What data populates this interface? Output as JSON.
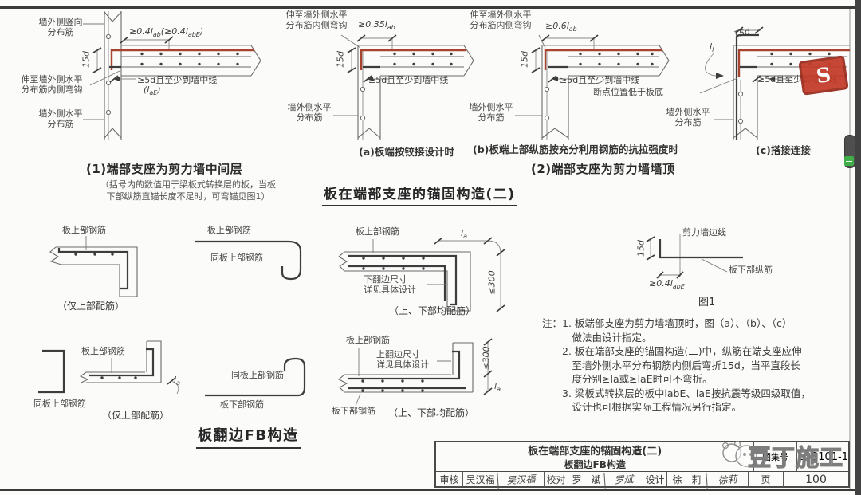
{
  "colors": {
    "rebar_red": "#a7432f",
    "line": "#6a6a6a",
    "text": "#474747",
    "logo_red": "#c23a28",
    "grip_green": "#3fae49"
  },
  "d1": {
    "lbl_vertical_dist": "墙外侧竖向\n分布筋",
    "dim04": {
      "p1": "≥0.4l",
      "s1": "ab",
      "p2": "(≥0.4l",
      "s2": "abE",
      "p3": ")"
    },
    "dim15d": "15d",
    "lbl_hook": "伸至墙外侧水平\n分布筋内侧弯钩",
    "dim5d": "≥5d且至少到墙中线",
    "dimlaE": {
      "p1": "(l",
      "s1": "aE",
      "p2": ")"
    },
    "lbl_horiz_dist": "墙外侧水平\n分布筋",
    "caption": "(1)端部支座为剪力墙中间层",
    "caption_note": "（括号内的数值用于梁板式转换层的板，当板\n下部纵筋直锚长度不足时，可弯锚见图1）"
  },
  "da": {
    "lbl_hook": "伸至墙外侧水平\n分布筋内侧弯钩",
    "dim035": {
      "p1": "≥0.35l",
      "s1": "ab"
    },
    "dim15d": "15d",
    "dim5d": "≥5d且至少到墙中线",
    "lbl_horiz_dist": "墙外侧水平\n分布筋",
    "caption": "(a)板端按铰接设计时"
  },
  "db": {
    "lbl_hook": "伸至墙外侧水平\n分布筋内侧弯钩",
    "dim06": {
      "p1": "≥0.6l",
      "s1": "ab"
    },
    "dim15d": "15d",
    "dim5d": "≥5d且至少到墙中线",
    "lbl_horiz_dist": "墙外侧水平\n分布筋",
    "caption": "(b)板端上部纵筋按充分利用钢筋的抗拉强度时"
  },
  "dc": {
    "dim15d": "15d",
    "dimll": {
      "p1": "l",
      "s1": "l"
    },
    "dim5d": "≥5d且至少到墙中线",
    "lbl_break": "断点位置低于板底",
    "lbl_horiz_dist": "墙外侧水平\n分布筋",
    "caption": "(c)搭接连接"
  },
  "cap2": "(2)端部支座为剪力墙墙顶",
  "heading_main": "板在端部支座的锚固构造(二)",
  "b1": {
    "lbl_top": "板上部钢筋",
    "caption": "（仅上部配筋）"
  },
  "b2": {
    "lbl_top": "板上部钢筋",
    "lbl_same": "同板上部钢筋"
  },
  "b3": {
    "lbl_top": "板上部钢筋",
    "dimla": {
      "p1": "l",
      "s1": "a"
    },
    "lbl_flange": "下翻边尺寸\n详见具体设计",
    "dim300": "≤300",
    "caption": "（上、下部均配筋）"
  },
  "fig1": {
    "lbl_wall_edge": "剪力墙边线",
    "dim15d": "15d",
    "dim04": {
      "p1": "≥0.4l",
      "s1": "abE"
    },
    "lbl_bottom_bar": "板下部纵筋",
    "caption": "图1"
  },
  "notes_text": "注：1. 板端部支座为剪力墙墙顶时，图（a）、（b）、（c）\n　　　做法由设计指定。\n　　2. 板在端部支座的锚固构造(二)中，纵筋在端支座应伸\n　　　至墙外侧水平分布钢筋内侧后弯折15d，当平直段长\n　　　度分别≥la或≥laE时可不弯折。\n　　3. 梁板式转换层的板中labE、laE按抗震等级四级取值，\n　　　设计也可根据实际工程情况另行指定。",
  "b4": {
    "lbl_top": "板上部钢筋",
    "lbl_same": "同板上部钢筋",
    "dimla": {
      "p1": "l",
      "s1": "a"
    },
    "caption": "（仅上部配筋）"
  },
  "b5": {
    "lbl_same": "同板上部钢筋",
    "lbl_bottom": "板下部钢筋"
  },
  "heading_fb": "板翻边FB构造",
  "b6": {
    "lbl_top": "板上部钢筋",
    "lbl_flange": "上翻边尺寸\n详见具体设计",
    "dim300": "≤300",
    "dimla": {
      "p1": "l",
      "s1": "a"
    },
    "lbl_bottom": "板下部钢筋",
    "caption": "（上、下部均配筋）"
  },
  "titleblock": {
    "title_line1": "板在端部支座的锚固构造(二)",
    "title_line2": "板翻边FB构造",
    "atlas_label": "图集号",
    "atlas_no": "16G101-1",
    "review_label": "审核",
    "review_name": "吴汉福",
    "review_sig": "吴汉福",
    "check_label": "校对",
    "check_name": "罗　斌",
    "check_sig": "罗斌",
    "design_label": "设计",
    "design_name": "徐　莉",
    "design_sig": "徐莉",
    "page_label": "页",
    "page_no": "100"
  },
  "watermark": {
    "text": "豆丁施工",
    "logo_s": "S"
  }
}
